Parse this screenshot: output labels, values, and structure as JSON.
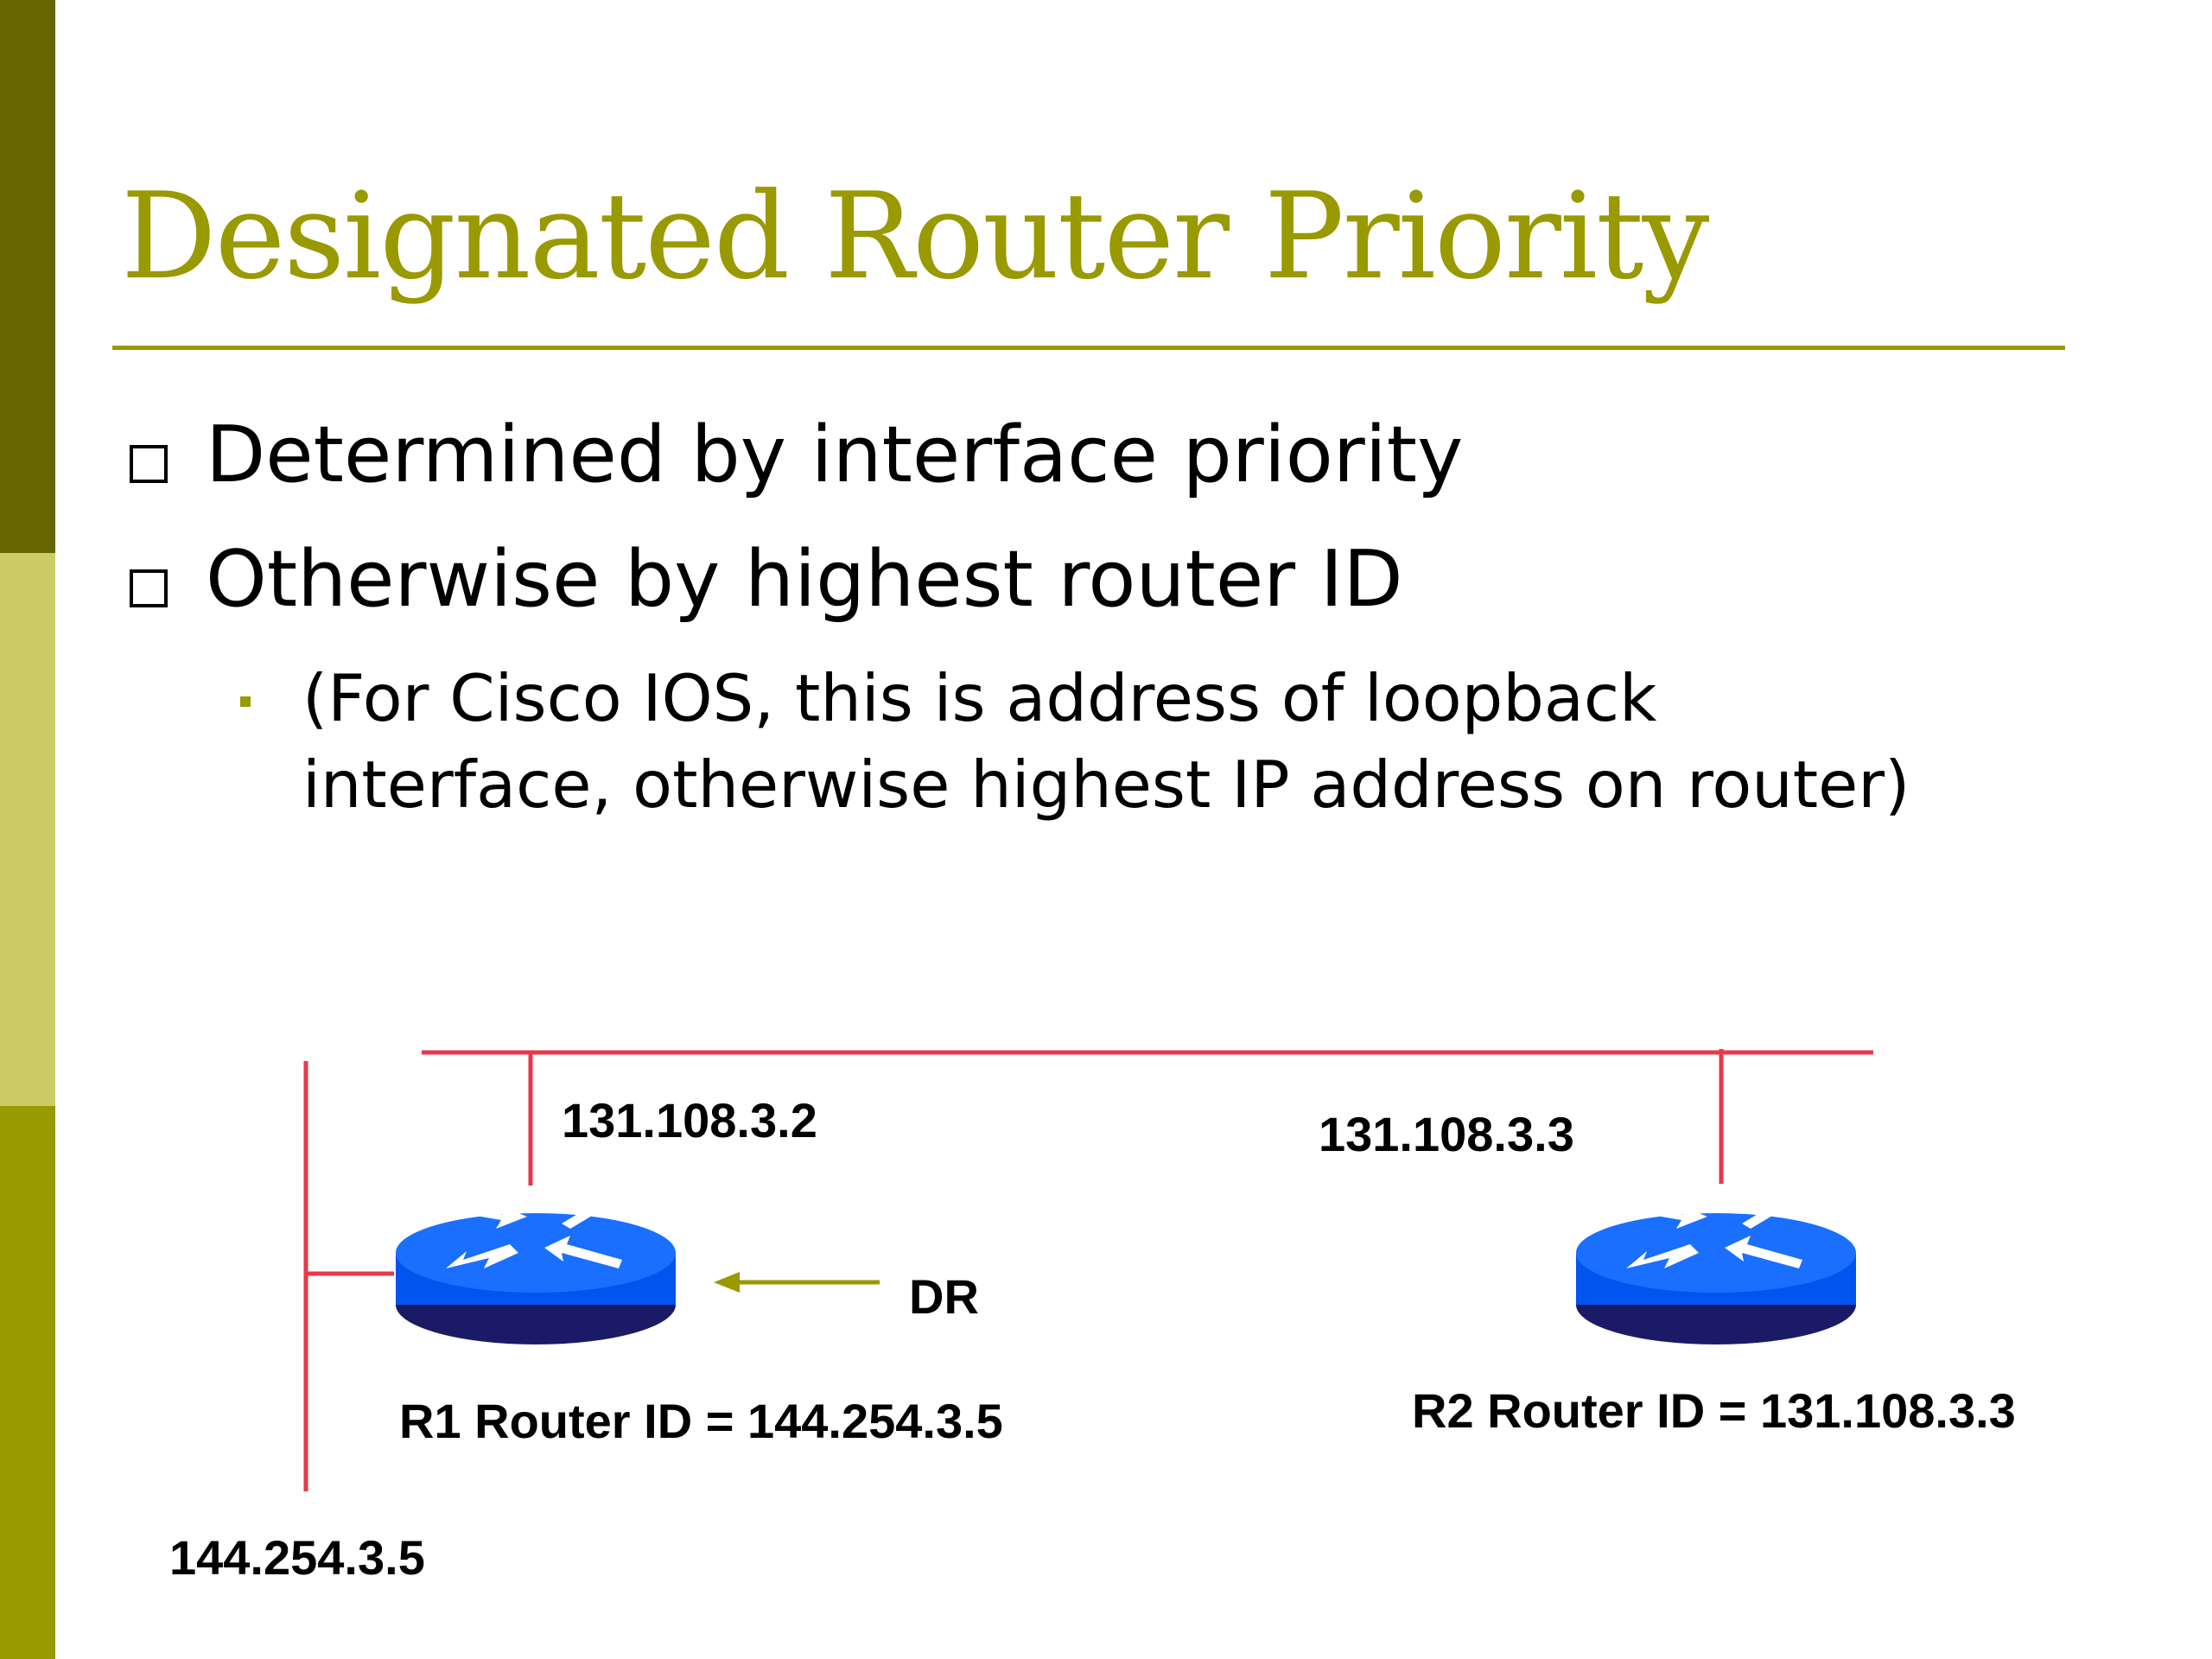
{
  "slide": {
    "title": "Designated Router Priority",
    "bullets": [
      "Determined by interface priority",
      "Otherwise by highest router ID"
    ],
    "sub_bullet": "(For Cisco IOS, this is address of loopback interface, otherwise highest IP address on router)"
  },
  "diagram": {
    "r1_interface_ip": "131.108.3.2",
    "r2_interface_ip": "131.108.3.3",
    "dr_label": "DR",
    "r1_caption": "R1 Router ID = 144.254.3.5",
    "r2_caption": "R2 Router ID = 131.108.3.3",
    "loopback_ip": "144.254.3.5"
  },
  "colors": {
    "accent": "#999900",
    "bar_dark": "#666600",
    "bar_light": "#cccc66",
    "network_line": "#e8394a",
    "router_blue": "#0066ff"
  }
}
